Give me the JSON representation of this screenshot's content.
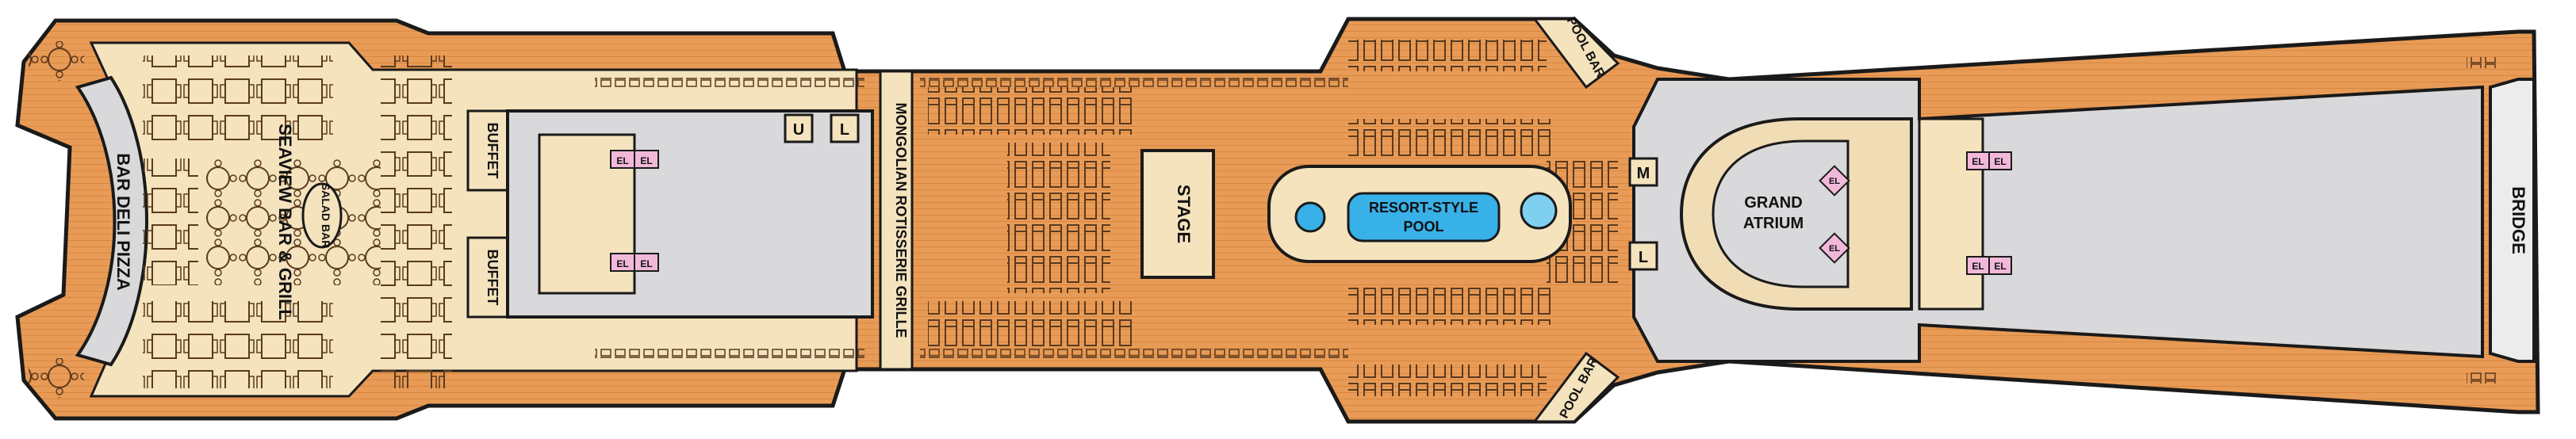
{
  "deck_plan": {
    "labels": {
      "bar_deli_pizza": "BAR DELI PIZZA",
      "seaview_bar_grill": "SEAVIEW BAR & GRILL",
      "salad_bar": "SALAD BAR",
      "buffet_top": "BUFFET",
      "buffet_bottom": "BUFFET",
      "mongolian_grille": "MONGOLIAN ROTISSERIE GRILLE",
      "stage": "STAGE",
      "resort_style_pool": "RESORT-STYLE POOL",
      "pool_bar_top": "POOL BAR",
      "pool_bar_bottom": "POOL BAR",
      "grand_atrium": "GRAND ATRIUM",
      "bridge": "BRIDGE"
    },
    "restroom_marks": {
      "u": "U",
      "l_aft": "L",
      "m": "M",
      "l_fwd": "L"
    },
    "elevator_label": "EL",
    "colors": {
      "wood_deck": "#e89b56",
      "hull_outline": "#1a1a1a",
      "buffet_floor": "#f4e3bd",
      "interior_gray": "#d9d9db",
      "pool_blue": "#38b0e8",
      "elevator_pink": "#f2b8d9",
      "atrium_cream": "#f0ddb5"
    }
  }
}
